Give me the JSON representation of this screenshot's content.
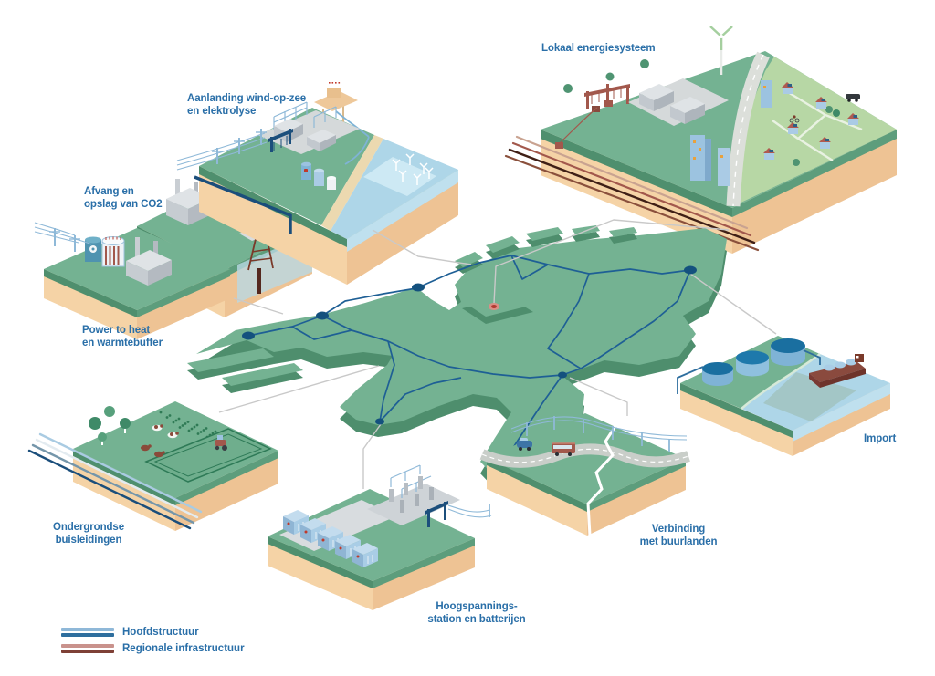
{
  "features": {
    "lokaal_energiesysteem": {
      "label": "Lokaal energiesysteem"
    },
    "aanlanding_wind_op_zee": {
      "label_line1": "Aanlanding wind-op-zee",
      "label_line2": "en elektrolyse"
    },
    "afvang_opslag_co2": {
      "label_line1": "Afvang en",
      "label_line2": "opslag van CO2"
    },
    "power_to_heat": {
      "label_line1": "Power to heat",
      "label_line2": "en warmtebuffer"
    },
    "ondergrondse_buisleidingen": {
      "label_line1": "Ondergrondse",
      "label_line2": "buisleidingen"
    },
    "hoogspanningsstation": {
      "label_line1": "Hoogspannings-",
      "label_line2": "station en batterijen"
    },
    "verbinding_buurlanden": {
      "label_line1": "Verbinding",
      "label_line2": "met buurlanden"
    },
    "import": {
      "label": "Import"
    }
  },
  "legend": {
    "items": [
      {
        "label": "Hoofdstructuur",
        "color_light": "#8fb8d8",
        "color_dark": "#2e6e9e"
      },
      {
        "label": "Regionale infrastructuur",
        "color_light": "#c9928c",
        "color_dark": "#7e4036"
      }
    ]
  },
  "colors": {
    "label_text": "#2a6fa8",
    "map_green_top": "#74b292",
    "map_green_side": "#4e8e6d",
    "tile_sand_light": "#f5d3a6",
    "tile_sand_dark": "#eec394",
    "sea_blue": "#aed6e8",
    "network_line": "#1e5f95",
    "node_blue": "#14517e",
    "node_red": "#b33a31",
    "connector_gray": "#c9c9c9",
    "regional_brown": "#a2584c"
  }
}
